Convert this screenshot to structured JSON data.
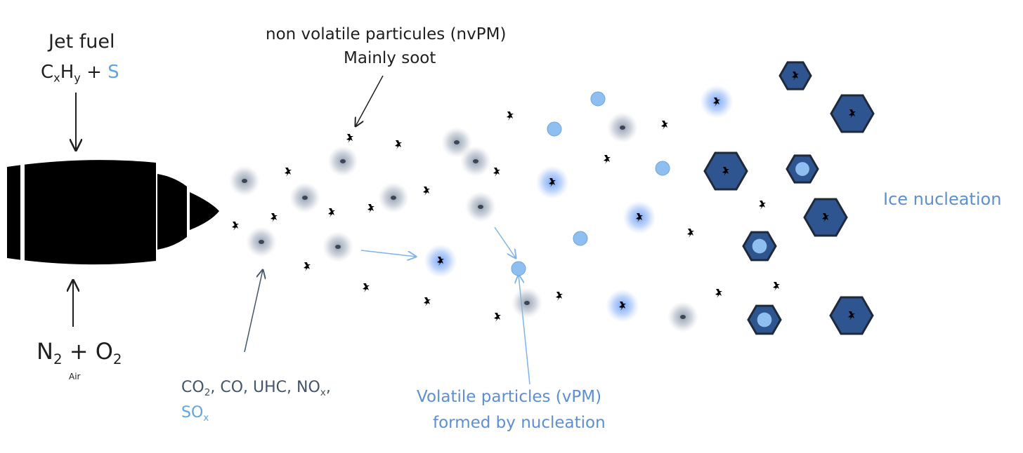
{
  "inputs": {
    "fuel_title": "Jet fuel",
    "fuel_formula": {
      "c": "C",
      "x": "x",
      "h": "H",
      "y": "y",
      "plus": " + ",
      "s": "S"
    },
    "air_formula": {
      "n": "N",
      "n_sub": "2",
      "plus": " + ",
      "o": "O",
      "o_sub": "2"
    },
    "air_label": "Air"
  },
  "labels": {
    "nvpm_line1": "non volatile particules (nvPM)",
    "nvpm_line2": "Mainly soot",
    "gases_line1": {
      "co": "CO",
      "co_sub": "2",
      "rest": ", CO, UHC, NO",
      "nox_sub": "x",
      "comma": ","
    },
    "gases_line2": {
      "so": "SO",
      "so_sub": "x"
    },
    "vpm_line1": "Volatile particles (vPM)",
    "vpm_line2": "formed by nucleation",
    "ice": "Ice nucleation"
  },
  "colors": {
    "engine": "#000000",
    "soot": "#000000",
    "coated_halo": "#8a97aa",
    "vpm_droplet": "#8fbff0",
    "activated_halo": "#6e9ff5",
    "ice_crystal": "#2f5590",
    "ice_crystal_stroke": "#1e2a3a",
    "arrow_dark": "#1f1f1f",
    "arrow_slate": "#44546a",
    "arrow_light": "#7fb4ea",
    "text_blue": "#5b8fd6"
  }
}
